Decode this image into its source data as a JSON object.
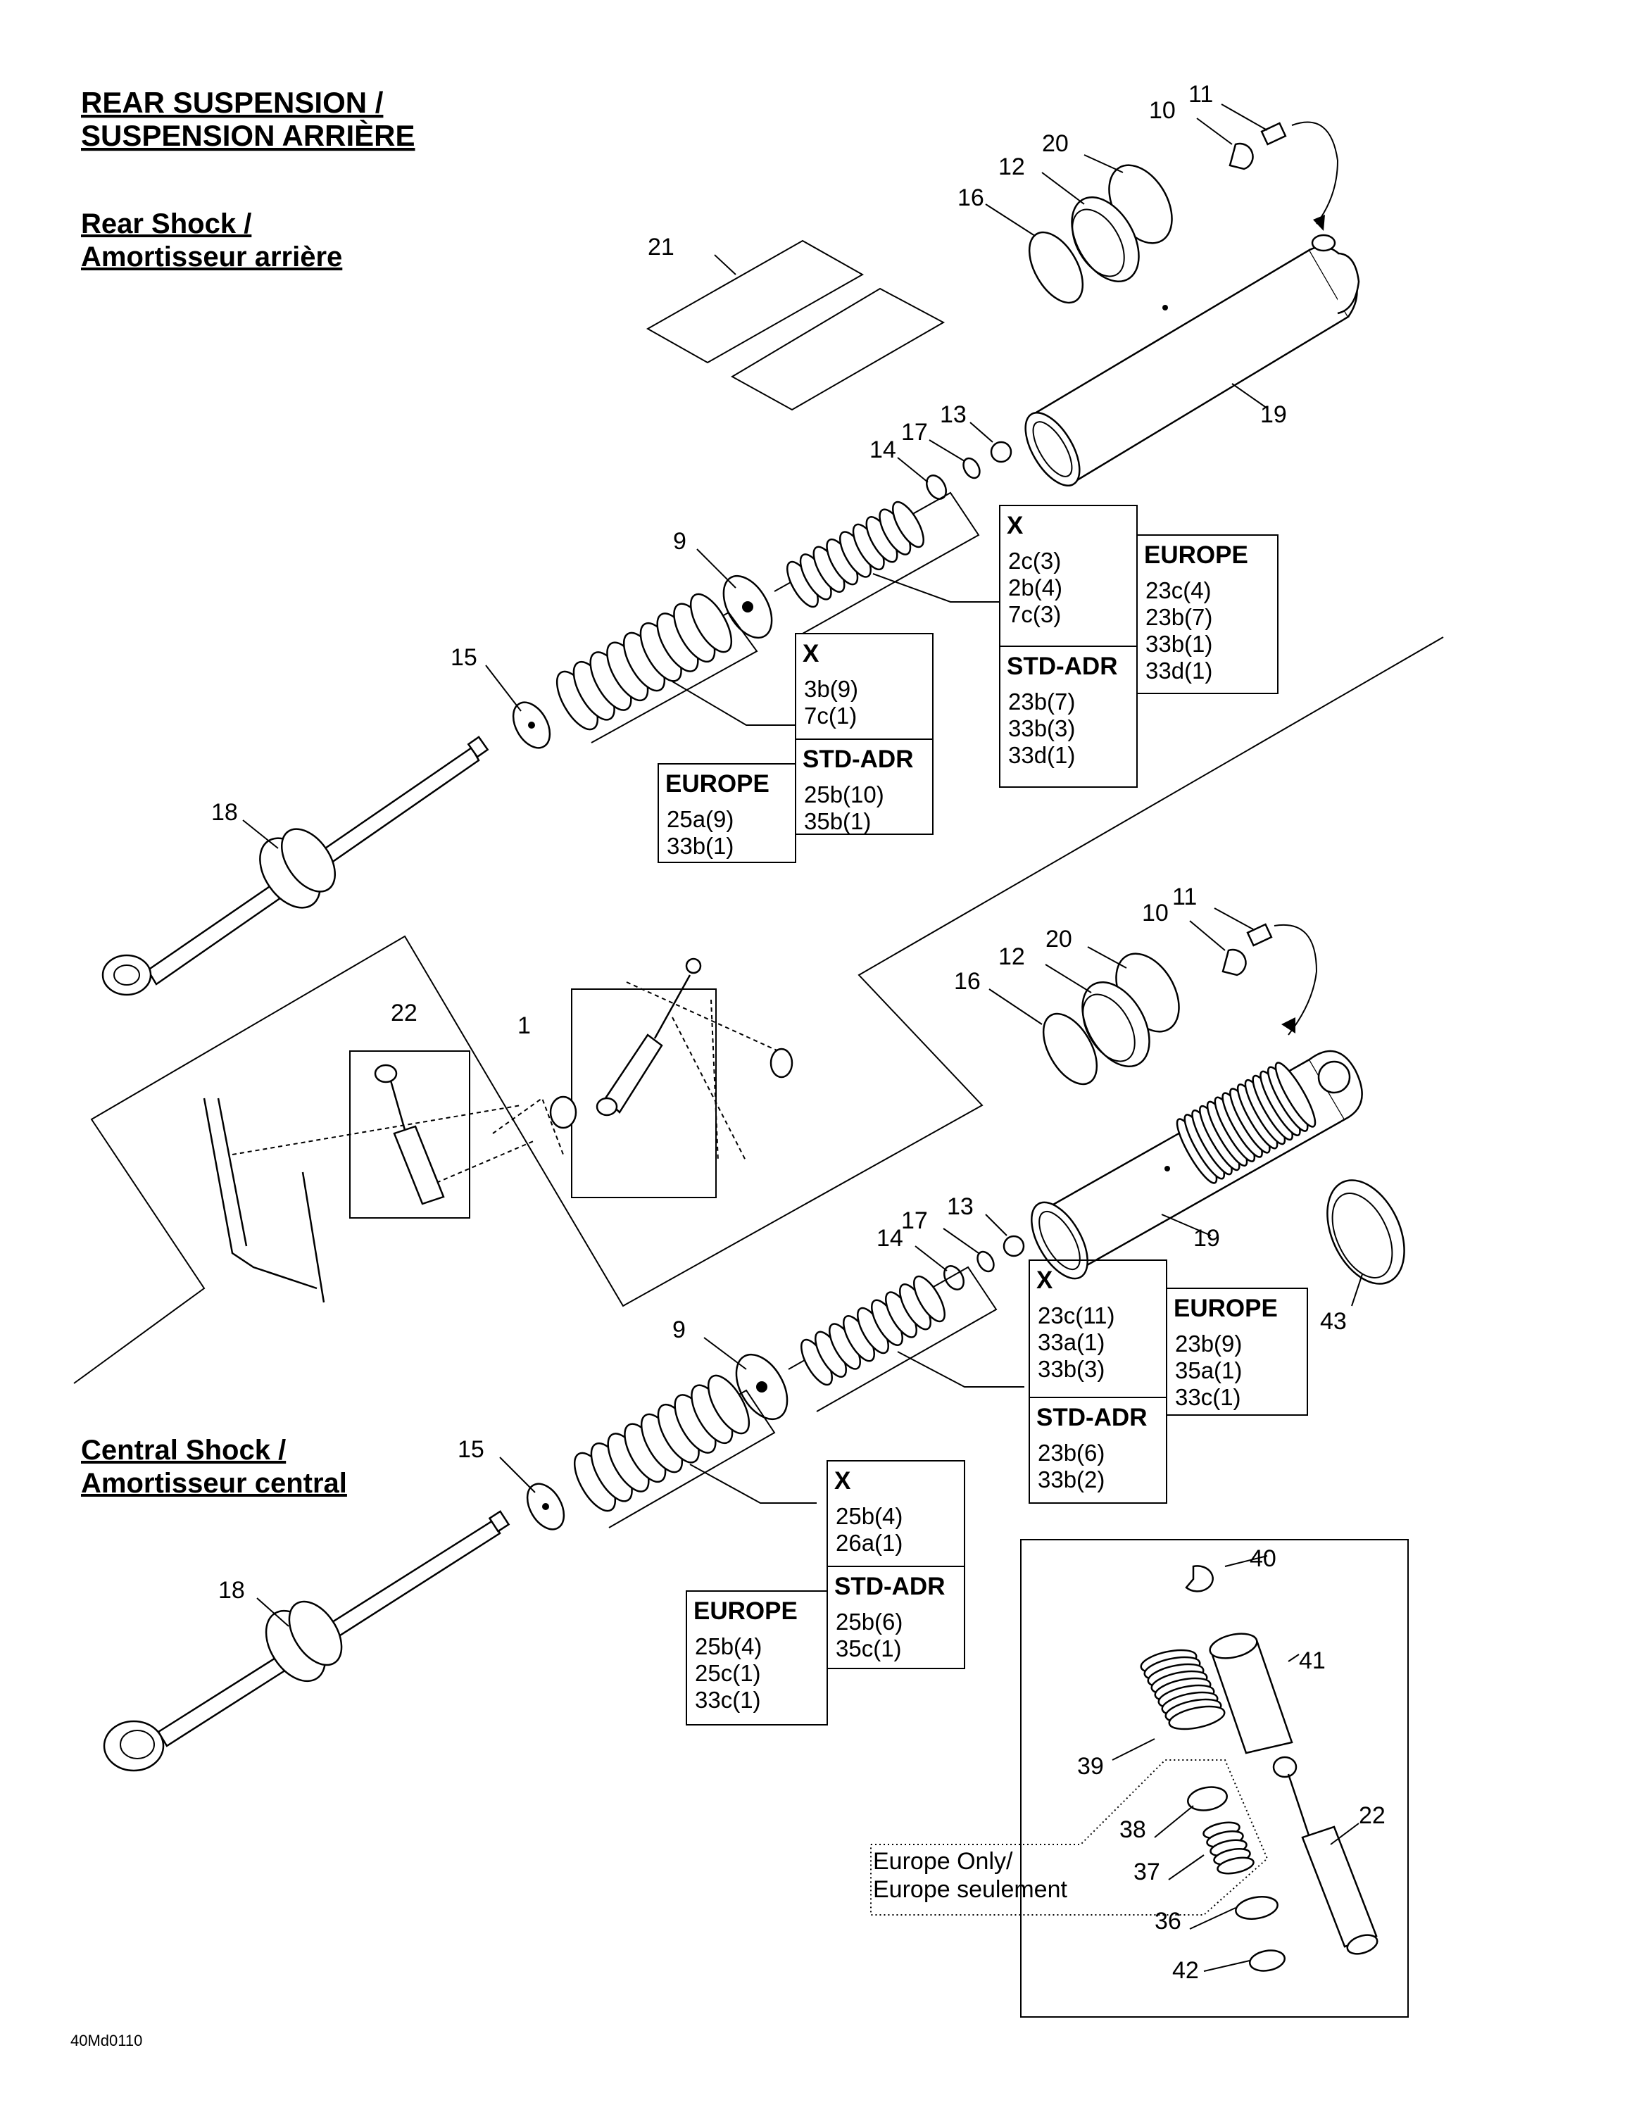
{
  "title": {
    "line1": "REAR SUSPENSION /",
    "line2": "SUSPENSION ARRIÈRE"
  },
  "sections": {
    "rear": {
      "line1": "Rear Shock /",
      "line2": "Amortisseur arrière"
    },
    "central": {
      "line1": "Central Shock /",
      "line2": "Amortisseur central"
    }
  },
  "drawing_code": "40Md0110",
  "europe_note": {
    "line1": "Europe Only/",
    "line2": "Europe seulement"
  },
  "callouts": {
    "rear": [
      "10",
      "11",
      "20",
      "12",
      "16",
      "21",
      "13",
      "19",
      "17",
      "14",
      "9",
      "15",
      "18"
    ],
    "mid": [
      "22",
      "1"
    ],
    "central": [
      "10",
      "11",
      "20",
      "12",
      "16",
      "13",
      "19",
      "17",
      "14",
      "43",
      "9",
      "15",
      "18"
    ],
    "kit": [
      "40",
      "41",
      "39",
      "22",
      "38",
      "37",
      "36",
      "42"
    ]
  },
  "tables": {
    "rear_small_spring": {
      "x": {
        "label": "X",
        "lines": [
          "2c(3)",
          "2b(4)",
          "7c(3)"
        ]
      },
      "std": {
        "label": "STD-ADR",
        "lines": [
          "23b(7)",
          "33b(3)",
          "33d(1)"
        ]
      },
      "europe": {
        "label": "EUROPE",
        "lines": [
          "23c(4)",
          "23b(7)",
          "33b(1)",
          "33d(1)"
        ]
      }
    },
    "rear_large_spring": {
      "x": {
        "label": "X",
        "lines": [
          "3b(9)",
          "7c(1)"
        ]
      },
      "std": {
        "label": "STD-ADR",
        "lines": [
          "25b(10)",
          "35b(1)"
        ]
      },
      "europe": {
        "label": "EUROPE",
        "lines": [
          "25a(9)",
          "33b(1)"
        ]
      }
    },
    "central_small_spring": {
      "x": {
        "label": "X",
        "lines": [
          "23c(11)",
          "33a(1)",
          "33b(3)"
        ]
      },
      "std": {
        "label": "STD-ADR",
        "lines": [
          "23b(6)",
          "33b(2)"
        ]
      },
      "europe": {
        "label": "EUROPE",
        "lines": [
          "23b(9)",
          "35a(1)",
          "33c(1)"
        ]
      }
    },
    "central_large_spring": {
      "x": {
        "label": "X",
        "lines": [
          "25b(4)",
          "26a(1)"
        ]
      },
      "std": {
        "label": "STD-ADR",
        "lines": [
          "25b(6)",
          "35c(1)"
        ]
      },
      "europe": {
        "label": "EUROPE",
        "lines": [
          "25b(4)",
          "25c(1)",
          "33c(1)"
        ]
      }
    }
  }
}
